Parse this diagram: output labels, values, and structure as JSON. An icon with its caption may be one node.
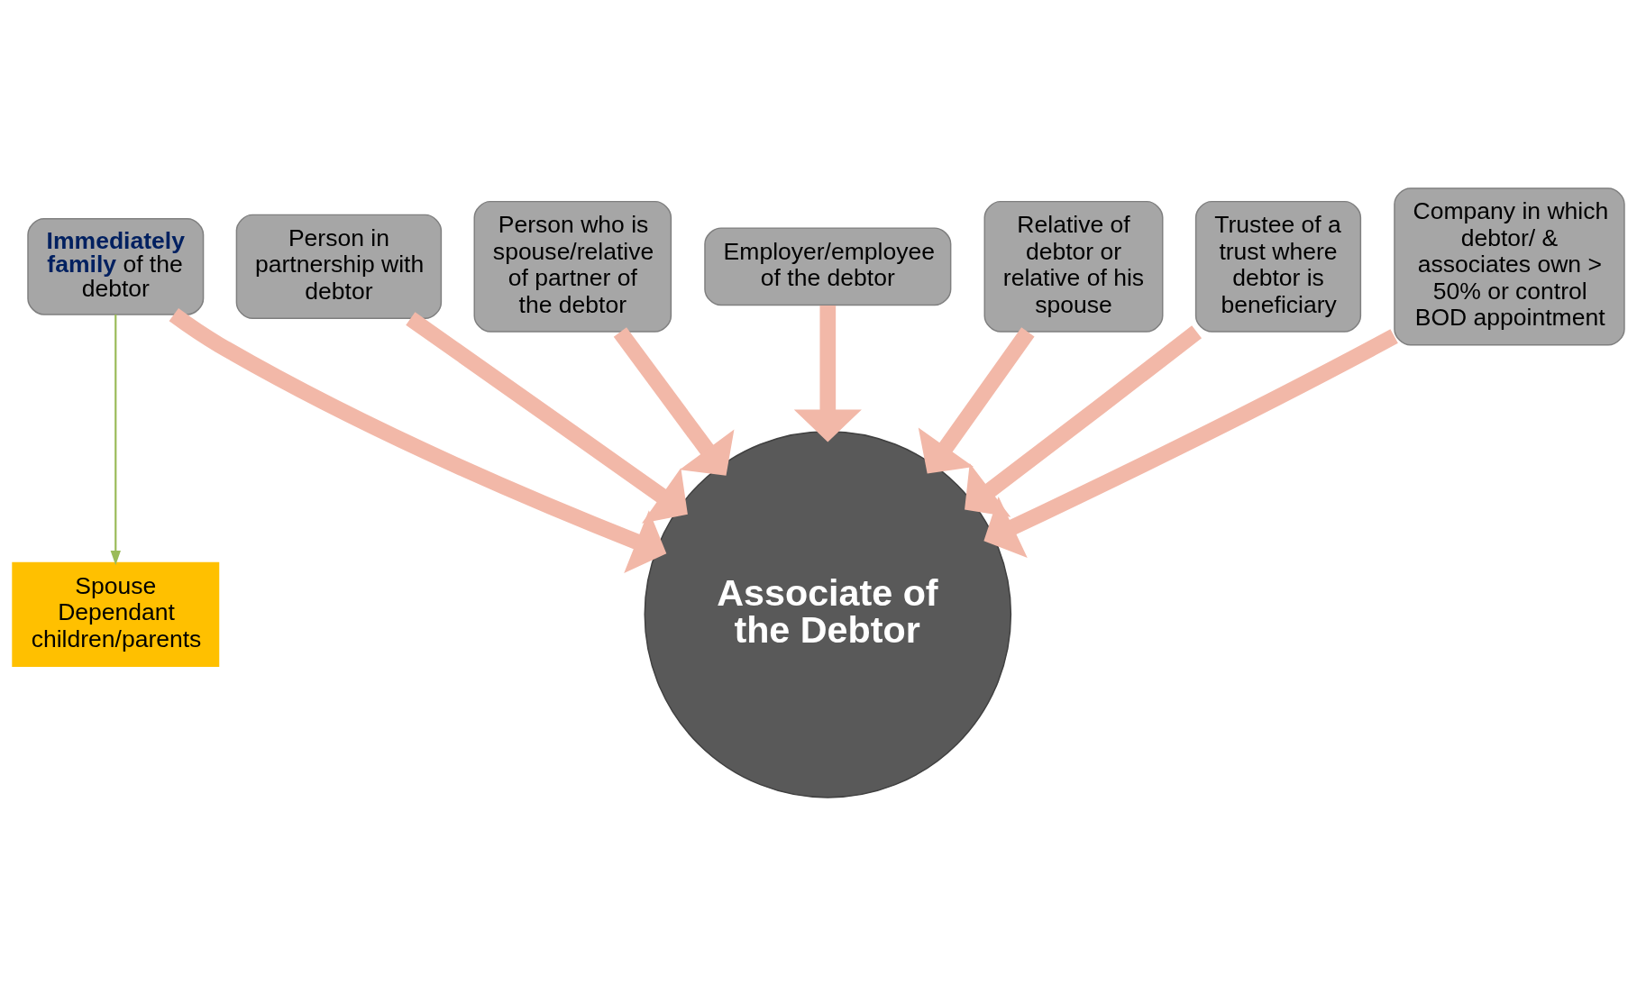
{
  "diagram": {
    "nodes": [
      {
        "text": [
          "Spouse Dependant children/parents"
        ]
      },
      {
        "text": [
          "Person in partnership with debtor"
        ]
      },
      {
        "text": [
          "Person who is spouse/relative of partner of the debtor"
        ]
      },
      {
        "text": [
          "Employer/employee of the debtor"
        ]
      },
      {
        "text": [
          "Relative of debtor or relative of his spouse"
        ]
      },
      {
        "text": [
          "Trustee of a trust where debtor is beneficiary"
        ]
      },
      {
        "text": [
          "**Immediately family** of the debtor"
        ]
      },
      {
        "text": [
          "Associate of the Debtor"
        ]
      },
      {
        "text": [
          "Company in which debtor/ & associates own > 50% or control BOD appointment"
        ]
      }
    ],
    "edges": [
      {
        "from": 6,
        "to": 0,
        "arrow": "to",
        "color": "#9bbb59"
      },
      {
        "from": 1,
        "to": 7,
        "arrow": "to"
      },
      {
        "from": 2,
        "to": 7,
        "arrow": "to"
      },
      {
        "from": 3,
        "to": 7,
        "arrow": "to"
      },
      {
        "from": 4,
        "to": 7,
        "arrow": "to"
      },
      {
        "from": 5,
        "to": 7,
        "arrow": "to"
      },
      {
        "from": 6,
        "to": 7,
        "arrow": "to"
      },
      {
        "from": 8,
        "to": 7,
        "arrow": "to"
      }
    ]
  }
}
